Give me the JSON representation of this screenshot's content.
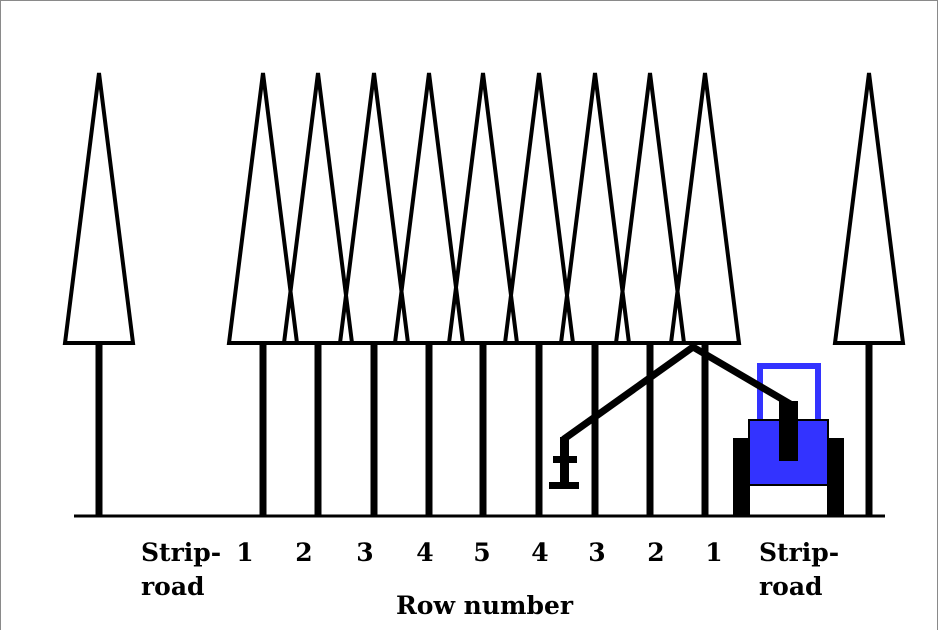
{
  "labels": {
    "strip_road_left_line1": "Strip-",
    "strip_road_left_line2": "road",
    "strip_road_right_line1": "Strip-",
    "strip_road_right_line2": "road",
    "row_numbers": [
      "1",
      "2",
      "3",
      "4",
      "5",
      "4",
      "3",
      "2",
      "1"
    ],
    "axis_caption": "Row number"
  },
  "colors": {
    "ink": "#000000",
    "machine_body": "#3333ff",
    "frame": "#8a8a8a"
  },
  "icons": {
    "tree": "conifer-tree-icon",
    "harvester": "forest-harvester-icon",
    "harvester_head": "harvester-head-icon"
  }
}
